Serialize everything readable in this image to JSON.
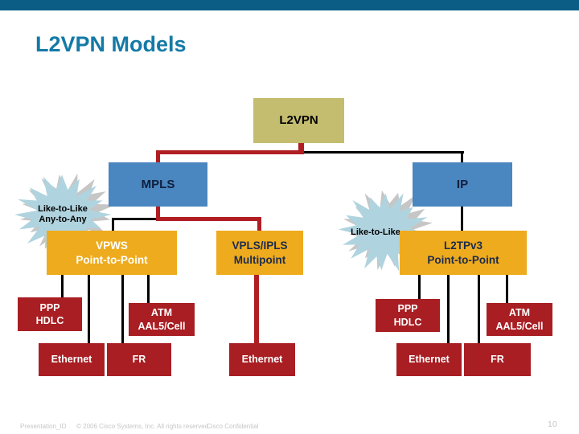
{
  "title": "L2VPN Models",
  "tree": {
    "root": "L2VPN",
    "mpls": "MPLS",
    "ip": "IP",
    "star_left": {
      "line1": "Like-to-Like",
      "line2": "Any-to-Any"
    },
    "star_right": {
      "line1": "Like-to-Like"
    },
    "vpws": {
      "line1": "VPWS",
      "line2": "Point-to-Point"
    },
    "vpls": {
      "line1": "VPLS/IPLS",
      "line2": "Multipoint"
    },
    "l2tpv3": {
      "line1": "L2TPv3",
      "line2": "Point-to-Point"
    },
    "left_leaves": {
      "ppp": {
        "line1": "PPP",
        "line2": "HDLC"
      },
      "atm": {
        "line1": "ATM",
        "line2": "AAL5/Cell"
      },
      "ethernet": "Ethernet",
      "fr": "FR"
    },
    "mid_leaf": "Ethernet",
    "right_leaves": {
      "ppp": {
        "line1": "PPP",
        "line2": "HDLC"
      },
      "atm": {
        "line1": "ATM",
        "line2": "AAL5/Cell"
      },
      "ethernet": "Ethernet",
      "fr": "FR"
    }
  },
  "footer": {
    "presentation_id": "Presentation_ID",
    "copyright": "© 2006 Cisco Systems, Inc. All rights reserved.",
    "confidential": "Cisco Confidential",
    "page_number": "10"
  },
  "colors": {
    "top_bar": "#0B5D85",
    "title_text": "#147AA6",
    "root_box": "#C4BD6F",
    "branch_box": "#4A86BF",
    "model_box": "#EEAB1D",
    "leaf_box": "#A81E23",
    "red_connector": "#B01E23",
    "black_connector": "#000000",
    "starburst_fill": "#B0D4DF",
    "starburst_shadow": "#C6C6C6",
    "footer_text": "#C6C6CA"
  }
}
